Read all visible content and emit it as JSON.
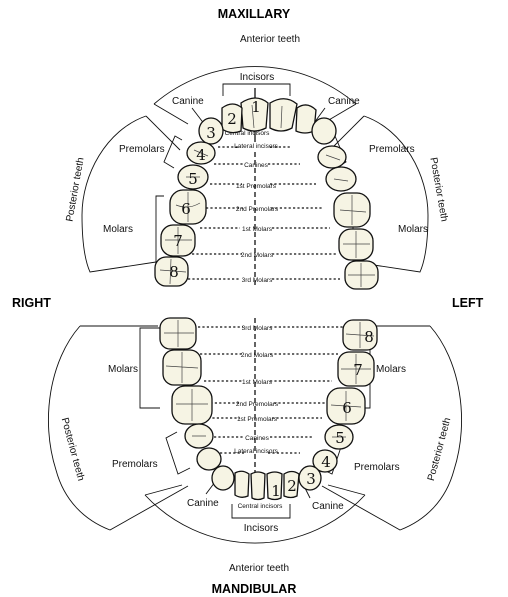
{
  "titles": {
    "top": "MAXILLARY",
    "bottom": "MANDIBULAR",
    "right_side": "RIGHT",
    "left_side": "LEFT"
  },
  "upper": {
    "anterior": "Anterior teeth",
    "incisors": "Incisors",
    "canine_left_side": "Canine",
    "canine_right_side": "Canine",
    "premolars_left_side": "Premolars",
    "premolars_right_side": "Premolars",
    "molars_left_side": "Molars",
    "molars_right_side": "Molars",
    "posterior_left_side": "Posterior teeth",
    "posterior_right_side": "Posterior teeth",
    "central_incisors": "Central incisors",
    "lateral_incisors": "Lateral incisors",
    "canines": "Canines",
    "first_premolars": "1st Premolars",
    "second_premolars": "2nd Premolars",
    "first_molars": "1st Molars",
    "second_molars": "2nd Molars",
    "third_molars": "3rd Molars"
  },
  "lower": {
    "third_molars": "3rd Molars",
    "second_molars": "2nd Molars",
    "first_molars": "1st Molars",
    "second_premolars": "2nd Premolars",
    "first_premolars": "1st Premolars",
    "canines": "Canines",
    "lateral_incisors": "Lateral incisors",
    "central_incisors": "Central incisors",
    "molars_left_side": "Molars",
    "molars_right_side": "Molars",
    "premolars_left_side": "Premolars",
    "premolars_right_side": "Premolars",
    "posterior_left_side": "Posterior teeth",
    "posterior_right_side": "Posterior teeth",
    "canine_left_side": "Canine",
    "canine_right_side": "Canine",
    "incisors": "Incisors",
    "anterior": "Anterior teeth"
  },
  "tooth_numbers": {
    "upper": [
      "1",
      "2",
      "3",
      "4",
      "5",
      "6",
      "7",
      "8"
    ],
    "lower": [
      "1",
      "2",
      "3",
      "4",
      "5",
      "6",
      "7",
      "8"
    ]
  }
}
